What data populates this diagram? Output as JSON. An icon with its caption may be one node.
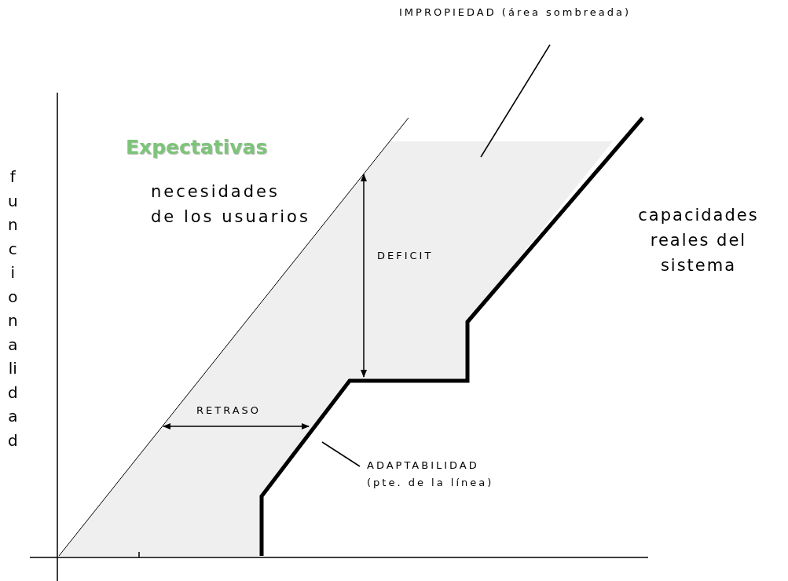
{
  "diagram": {
    "nodes": [
      {
        "text": [
          "IMPROPIEDAD (área sombreada)"
        ]
      },
      {
        "text": [],
        "shape": "polygon"
      },
      {
        "text": [
          "ADAPTABILIDAD",
          "(pte. de la línea)"
        ]
      }
    ],
    "edges": [
      {
        "from": 0,
        "to": 1,
        "arrow": "none"
      },
      {
        "from": 2,
        "to": null,
        "arrow": "none"
      }
    ],
    "labels": [
      "Expectativas",
      "necesidades de los usuarios",
      "capacidades reales del sistema",
      "DEFICIT",
      "RETRASO",
      "funcionalidad"
    ]
  }
}
